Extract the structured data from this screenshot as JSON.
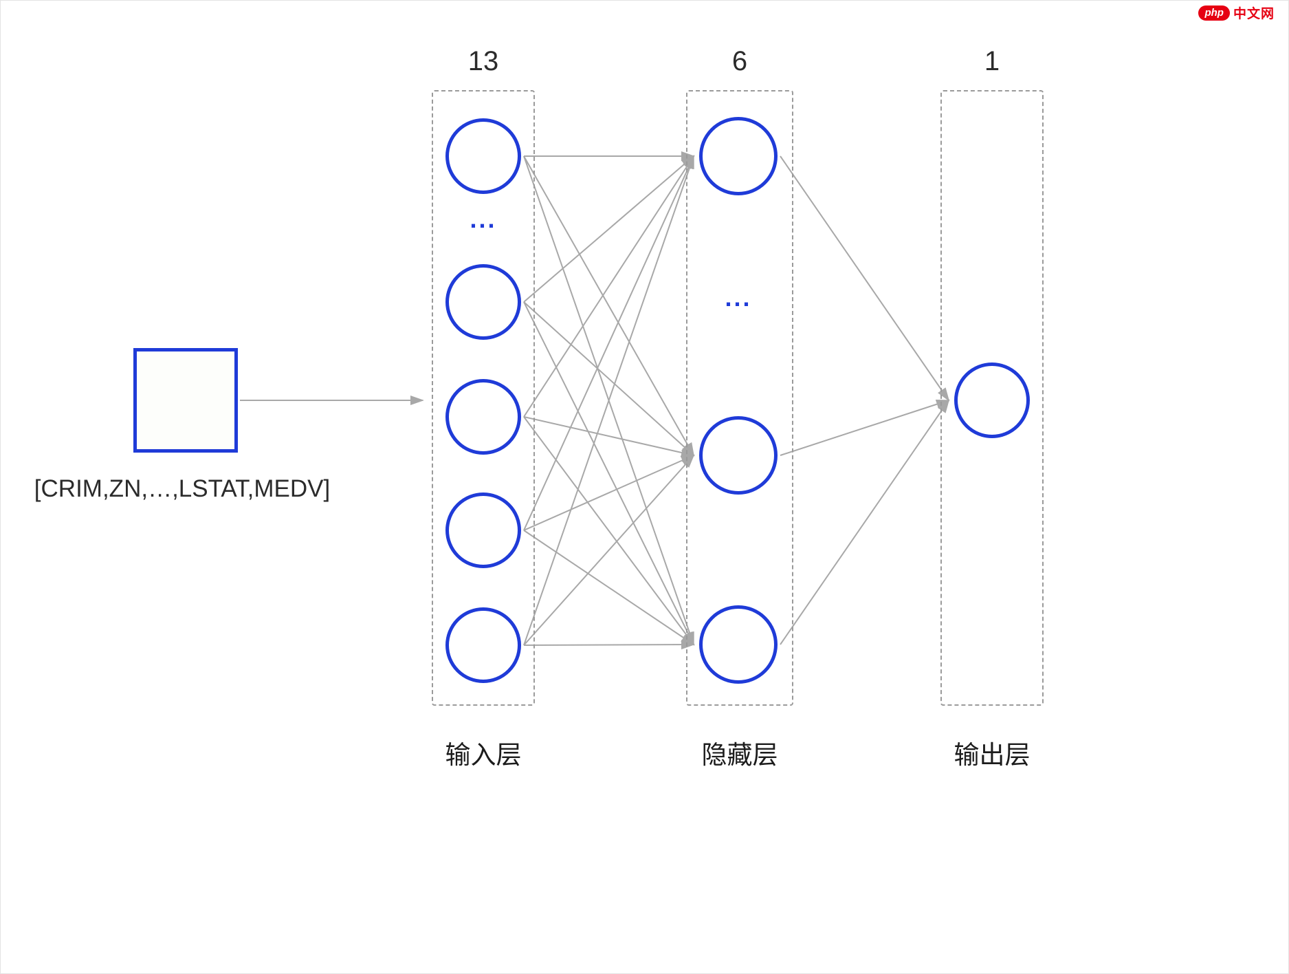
{
  "watermark": {
    "badge": "php",
    "text": "中文网"
  },
  "input_box": {
    "label": "[CRIM,ZN,…,LSTAT,MEDV]"
  },
  "layers": [
    {
      "id": "input",
      "count_label": "13",
      "name_label": "输入层",
      "visible_nodes": 5,
      "ellipsis": "..."
    },
    {
      "id": "hidden",
      "count_label": "6",
      "name_label": "隐藏层",
      "visible_nodes": 3,
      "ellipsis": "..."
    },
    {
      "id": "output",
      "count_label": "1",
      "name_label": "输出层",
      "visible_nodes": 1,
      "ellipsis": ""
    }
  ],
  "colors": {
    "node_stroke": "#1f3bd8",
    "wire": "#a8a8a8",
    "dashed_border": "#9a9a9a",
    "watermark_red": "#e60012",
    "text": "#2b2b2b"
  }
}
